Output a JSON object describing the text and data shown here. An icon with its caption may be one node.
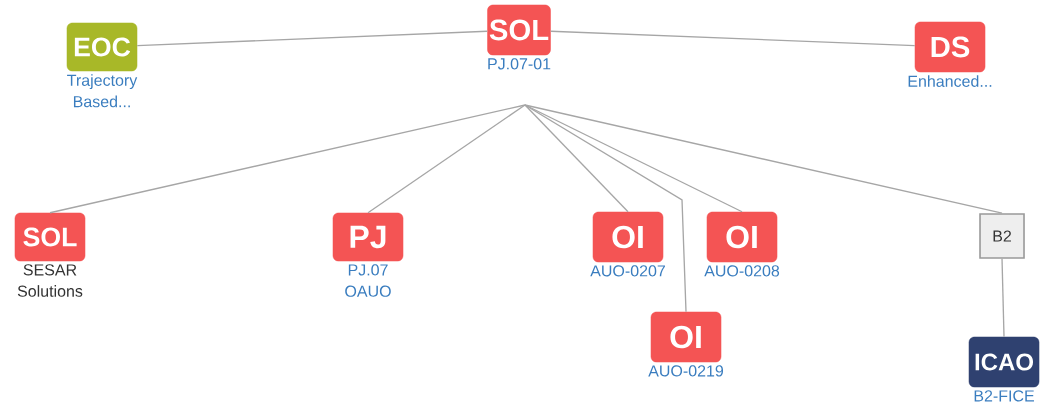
{
  "diagram": {
    "nodes": [
      {
        "text": [
          "SOL"
        ],
        "beside": [
          "PJ.07-01"
        ]
      },
      {
        "text": [
          "EOC"
        ],
        "beside": [
          "Trajectory Based..."
        ]
      },
      {
        "text": [
          "DS"
        ],
        "beside": [
          "Enhanced..."
        ]
      },
      {
        "text": [
          "SOL"
        ],
        "beside": [
          "SESAR Solutions"
        ]
      },
      {
        "text": [
          "PJ"
        ],
        "beside": [
          "PJ.07 OAUO"
        ]
      },
      {
        "text": [
          "OI"
        ],
        "beside": [
          "AUO-0207"
        ]
      },
      {
        "text": [
          "OI"
        ],
        "beside": [
          "AUO-0208"
        ]
      },
      {
        "text": [
          "OI"
        ],
        "beside": [
          "AUO-0219"
        ]
      },
      {
        "text": [
          "B2"
        ]
      },
      {
        "text": [
          "ICAO"
        ],
        "beside": [
          "B2-FICE"
        ]
      }
    ],
    "edges": [
      {
        "from": 0,
        "to": 1,
        "arrow": "none"
      },
      {
        "from": 0,
        "to": 2,
        "arrow": "none"
      },
      {
        "from": 0,
        "to": 3,
        "arrow": "none"
      },
      {
        "from": 0,
        "to": 4,
        "arrow": "none"
      },
      {
        "from": 0,
        "to": 5,
        "arrow": "none"
      },
      {
        "from": 0,
        "to": 7,
        "arrow": "none"
      },
      {
        "from": 0,
        "to": 6,
        "arrow": "none"
      },
      {
        "from": 0,
        "to": 8,
        "arrow": "none"
      },
      {
        "from": 8,
        "to": 9,
        "arrow": "none"
      }
    ]
  }
}
